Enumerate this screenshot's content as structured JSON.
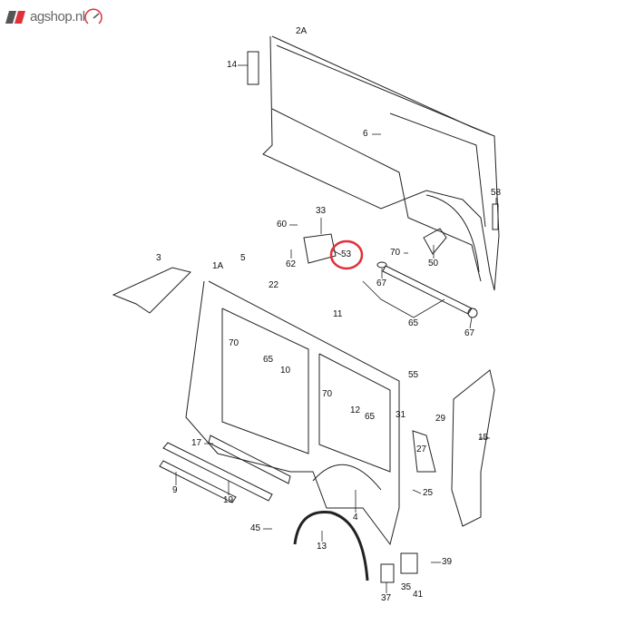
{
  "logo": {
    "brand": "agshop.nl",
    "accent": "#e0303a"
  },
  "highlight": {
    "part": "53",
    "color": "#e0303a"
  },
  "labels": [
    "2A",
    "14",
    "6",
    "58",
    "60",
    "33",
    "53",
    "62",
    "70",
    "50",
    "67",
    "65",
    "67",
    "3",
    "1A",
    "5",
    "22",
    "11",
    "70",
    "65",
    "10",
    "55",
    "70",
    "12",
    "31",
    "29",
    "15",
    "65",
    "17",
    "27",
    "9",
    "19",
    "25",
    "4",
    "45",
    "13",
    "39",
    "35",
    "37",
    "41"
  ]
}
